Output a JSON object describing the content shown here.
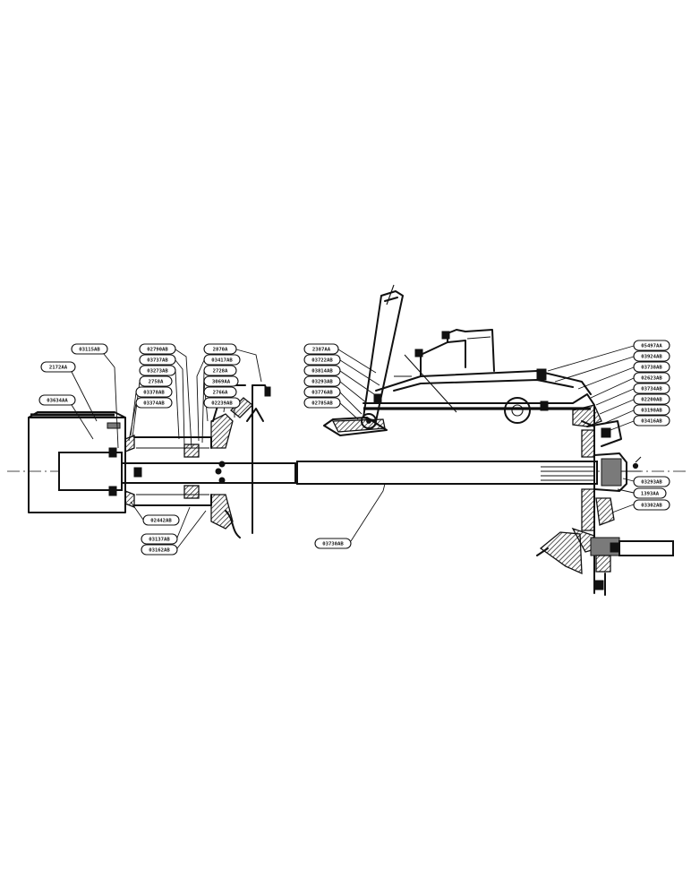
{
  "labels": {
    "l1": "03115AB",
    "l2": "2172AA",
    "l3": "03634AA",
    "l4": "02790AB",
    "l5": "03737AB",
    "l6": "03273AB",
    "l7": "2758A",
    "l8": "03378AB",
    "l9": "03374AB",
    "l10": "2870A",
    "l11": "03417AB",
    "l12": "2728A",
    "l13": "3069AA",
    "l14": "2766A",
    "l15": "02239AB",
    "l16": "02442AB",
    "l17": "03137AB",
    "l18": "03162AB",
    "l19": "2387AA",
    "l20": "03722AB",
    "l21": "03814AB",
    "l22": "03293AB",
    "l23": "03776AB",
    "l24": "02785AB",
    "l25": "03730AB",
    "l26": "05497AA",
    "l27": "03924AB",
    "l28": "03738AB",
    "l29": "02623AB",
    "l30": "03734AB",
    "l31": "02200AB",
    "l32": "03198AB",
    "l33": "03416AB",
    "l34": "03293AB",
    "l35": "1393AA",
    "l36": "03302AB"
  }
}
